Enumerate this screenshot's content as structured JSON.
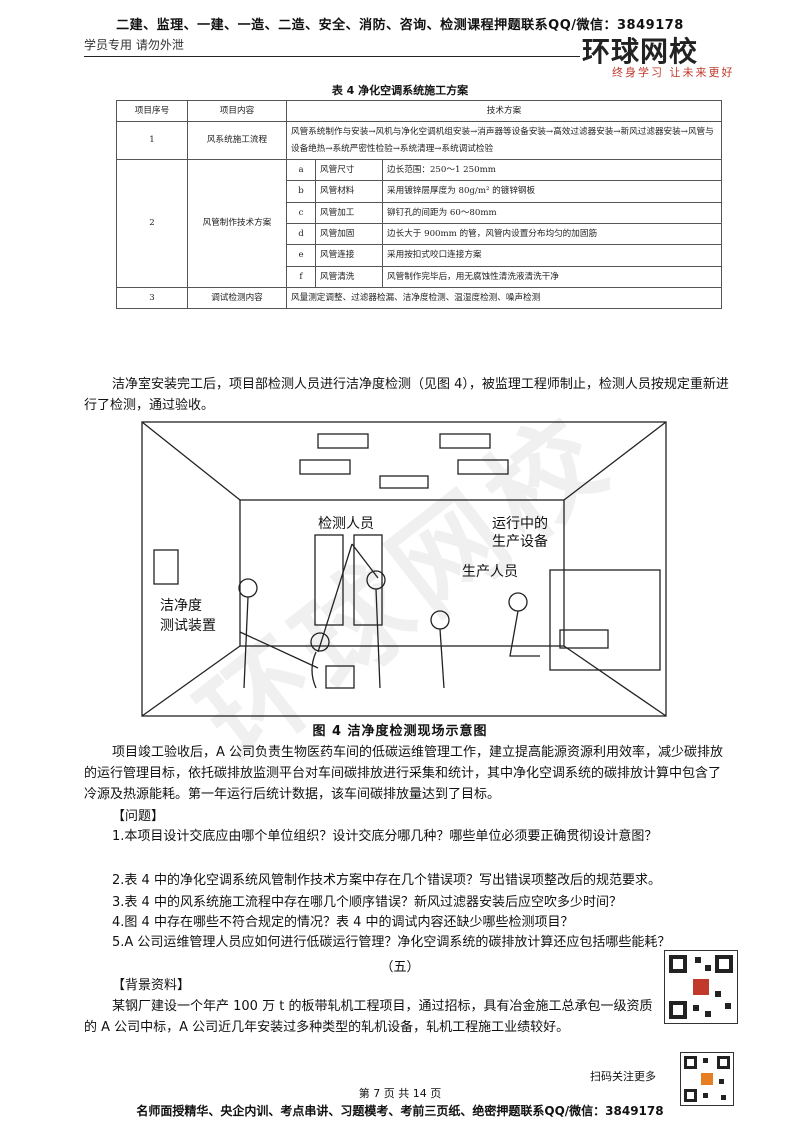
{
  "header": {
    "promo": "二建、监理、一建、一造、二造、安全、消防、咨询、检测课程押题联系QQ/微信：3849178",
    "sub": "学员专用 请勿外泄",
    "logo": "环球网校",
    "slogan": "终身学习 让未来更好"
  },
  "table": {
    "title": "表 4   净化空调系统施工方案",
    "headers": [
      "项目序号",
      "项目内容",
      "技术方案"
    ],
    "row1": {
      "no": "1",
      "content": "风系统施工流程",
      "plan": "风管系统制作与安装→风机与净化空调机组安装→消声器等设备安装→高效过滤器安装→新风过滤器安装→风管与设备绝热→系统严密性检验→系统清理→系统调试检验"
    },
    "row2": {
      "no": "2",
      "content": "风管制作技术方案",
      "items": [
        {
          "letter": "a",
          "name": "风管尺寸",
          "desc": "边长范围：250～1 250mm"
        },
        {
          "letter": "b",
          "name": "风管材料",
          "desc": "采用镀锌层厚度为 80g/m² 的镀锌钢板"
        },
        {
          "letter": "c",
          "name": "风管加工",
          "desc": "铆钉孔的间距为 60～80mm"
        },
        {
          "letter": "d",
          "name": "风管加固",
          "desc": "边长大于 900mm 的管，风管内设置分布均匀的加固筋"
        },
        {
          "letter": "e",
          "name": "风管连接",
          "desc": "采用按扣式咬口连接方案"
        },
        {
          "letter": "f",
          "name": "风管清洗",
          "desc": "风管制作完毕后，用无腐蚀性清洗液清洗干净"
        }
      ]
    },
    "row3": {
      "no": "3",
      "content": "调试检测内容",
      "plan": "风量测定调整、过滤器检漏、洁净度检测、温湿度检测、噪声检测"
    }
  },
  "para1": "洁净室安装完工后，项目部检测人员进行洁净度检测（见图 4），被监理工程师制止，检测人员按规定重新进行了检测，通过验收。",
  "figure": {
    "label_inspectors": "检测人员",
    "label_equipment_1": "运行中的",
    "label_equipment_2": "生产设备",
    "label_producers": "生产人员",
    "label_device_1": "洁净度",
    "label_device_2": "测试装置",
    "caption": "图 4   洁净度检测现场示意图"
  },
  "para2": "项目竣工验收后，A 公司负责生物医药车间的低碳运维管理工作，建立提高能源资源利用效率，减少碳排放的运行管理目标，依托碳排放监测平台对车间碳排放进行采集和统计，其中净化空调系统的碳排放计算中包含了冷源及热源能耗。第一年运行后统计数据，该车间碳排放量达到了目标。",
  "questions_head": "【问题】",
  "questions": [
    "1.本项目设计交底应由哪个单位组织？设计交底分哪几种？哪些单位必须要正确贯彻设计意图？",
    "2.表 4 中的净化空调系统风管制作技术方案中存在几个错误项？写出错误项整改后的规范要求。",
    "3.表 4 中的风系统施工流程中存在哪几个顺序错误？新风过滤器安装后应空吹多少时间？",
    "4.图 4 中存在哪些不符合规定的情况？表 4 中的调试内容还缺少哪些检测项目？",
    "5.A 公司运维管理人员应如何进行低碳运行管理？净化空调系统的碳排放计算还应包括哪些能耗？"
  ],
  "section_no": "（五）",
  "background_head": "【背景资料】",
  "background_text": "某钢厂建设一个年产 100 万 t 的板带轧机工程项目，通过招标，具有冶金施工总承包一级资质的 A 公司中标，A 公司近几年安装过多种类型的轧机设备，轧机工程施工业绩较好。",
  "scan_text": "扫码关注更多",
  "page_no": "第 7 页 共 14 页",
  "footer": "名师面授精华、央企内训、考点串讲、习题模考、考前三页纸、绝密押题联系QQ/微信：3849178"
}
